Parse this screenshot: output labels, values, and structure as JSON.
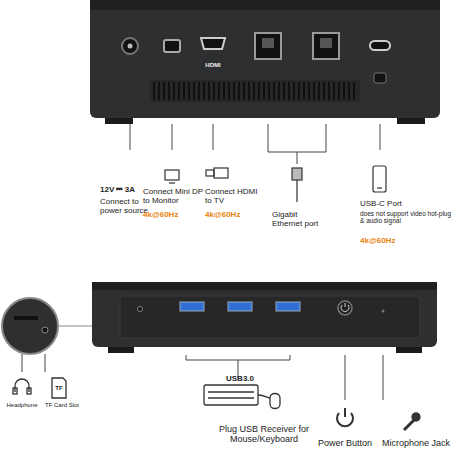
{
  "diagram": {
    "labels": [
      "HDMI",
      "12V ⎓ 3A",
      "Connect to power source",
      "Connect Mini DP to Monitor",
      "4k@60Hz",
      "Connect HDMI to TV",
      "4k@60Hz",
      "Gigabit Ethernet port",
      "USB-C Port",
      "does not support video hot-plug & audio signal",
      "4k@60Hz",
      "USB3.0",
      "Plug USB Receiver for Mouse/Keyboard",
      "Power Button",
      "Microphone Jack",
      "Headphone",
      "TF Card Slot",
      "TF"
    ]
  }
}
